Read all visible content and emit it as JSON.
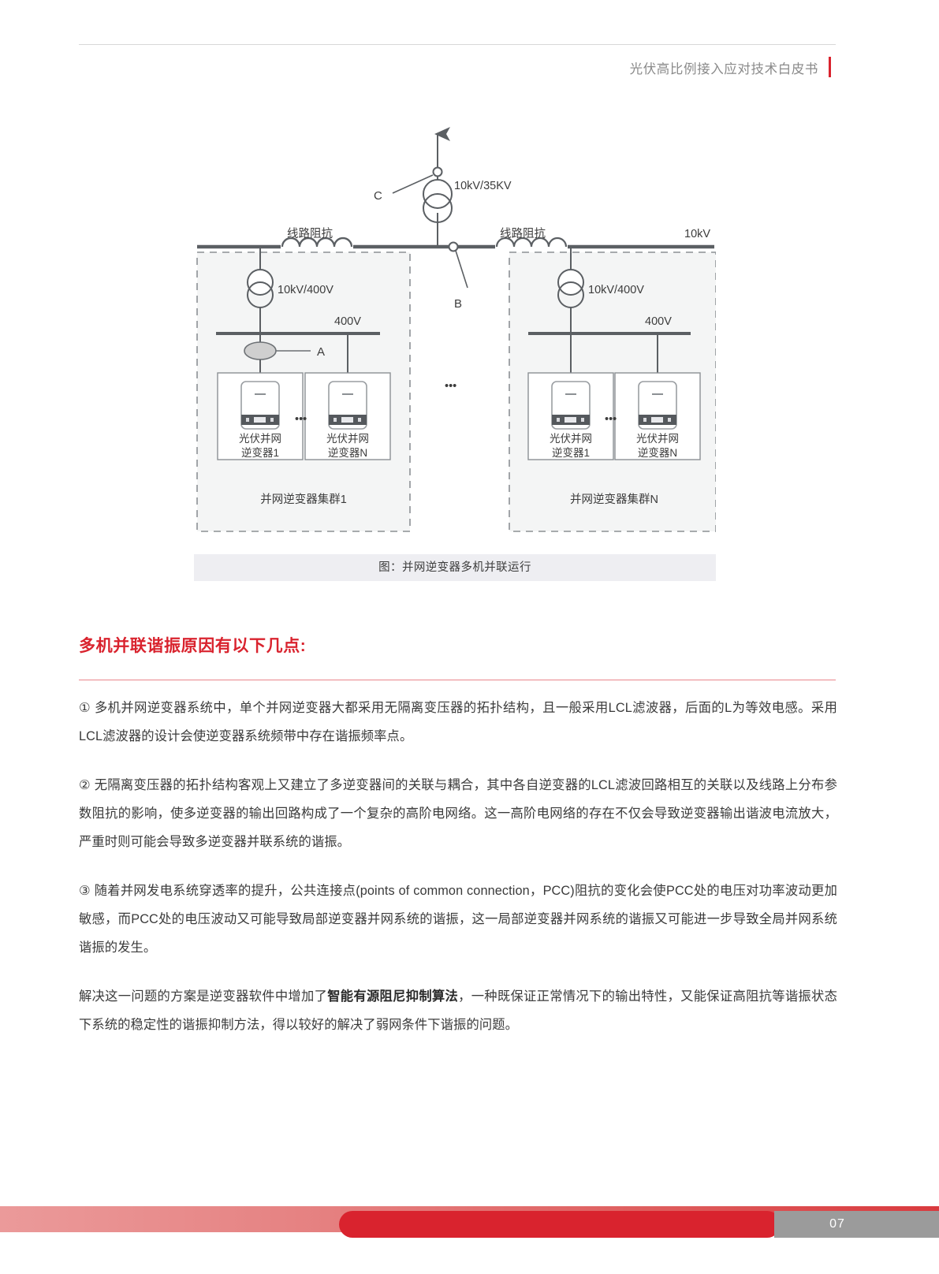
{
  "header": {
    "title": "光伏高比例接入应对技术白皮书"
  },
  "figure": {
    "caption": "图：并网逆变器多机并联运行",
    "labels": {
      "transformer_hv": "10kV/35KV",
      "line_impedance_left": "线路阻抗",
      "line_impedance_right": "线路阻抗",
      "bus_voltage": "10kV",
      "transformer_left": "10kV/400V",
      "transformer_right": "10kV/400V",
      "bus_left": "400V",
      "bus_right": "400V",
      "point_a": "A",
      "point_b": "B",
      "point_c": "C",
      "ellipsis": "•••",
      "ellipsis_inner": "•••"
    },
    "clusters": [
      {
        "name": "并网逆变器集群1",
        "inverters": [
          {
            "line1": "光伏并网",
            "line2": "逆变器1"
          },
          {
            "line1": "光伏并网",
            "line2": "逆变器N"
          }
        ]
      },
      {
        "name": "并网逆变器集群N",
        "inverters": [
          {
            "line1": "光伏并网",
            "line2": "逆变器1"
          },
          {
            "line1": "光伏并网",
            "line2": "逆变器N"
          }
        ]
      }
    ]
  },
  "section": {
    "heading": "多机并联谐振原因有以下几点:"
  },
  "paragraphs": {
    "p1": "① 多机并网逆变器系统中，单个并网逆变器大都采用无隔离变压器的拓扑结构，且一般采用LCL滤波器，后面的L为等效电感。采用LCL滤波器的设计会使逆变器系统频带中存在谐振频率点。",
    "p2": "② 无隔离变压器的拓扑结构客观上又建立了多逆变器间的关联与耦合，其中各自逆变器的LCL滤波回路相互的关联以及线路上分布参数阻抗的影响，使多逆变器的输出回路构成了一个复杂的高阶电网络。这一高阶电网络的存在不仅会导致逆变器输出谐波电流放大，严重时则可能会导致多逆变器并联系统的谐振。",
    "p3": "③ 随着并网发电系统穿透率的提升，公共连接点(points of common connection，PCC)阻抗的变化会使PCC处的电压对功率波动更加敏感，而PCC处的电压波动又可能导致局部逆变器并网系统的谐振，这一局部逆变器并网系统的谐振又可能进一步导致全局并网系统谐振的发生。",
    "p4_before": "解决这一问题的方案是逆变器软件中增加了",
    "p4_bold": "智能有源阻尼抑制算法",
    "p4_after": "，一种既保证正常情况下的输出特性，又能保证高阻抗等谐振状态下系统的稳定性的谐振抑制方法，得以较好的解决了弱网条件下谐振的问题。"
  },
  "footer": {
    "page_number": "07"
  },
  "colors": {
    "brand_red": "#d9232e",
    "text": "#3a3a3a",
    "muted": "#8a8a8a",
    "diagram_line": "#5b5f63",
    "cluster_fill": "#f4f5f5",
    "caption_bg": "#eeeef2",
    "footer_gray": "#9b9b9b"
  }
}
